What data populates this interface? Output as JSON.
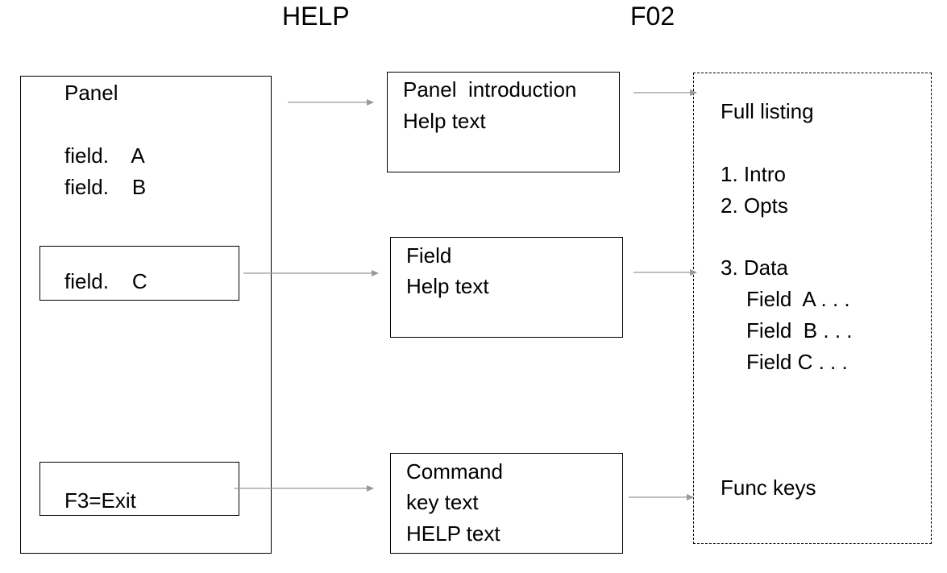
{
  "headings": {
    "left": "HELP",
    "right": "F02"
  },
  "panel": {
    "title": "Panel",
    "field_a": "field.    A",
    "field_b": "field.    B",
    "field_c": "field.    C",
    "exit_key": "F3=Exit"
  },
  "panel_help": {
    "line1": "Panel  introduction",
    "line2": "Help text"
  },
  "field_help": {
    "line1": "Field",
    "line2": "Help text"
  },
  "command_help": {
    "line1": "Command",
    "line2": "key text",
    "line3": "HELP text"
  },
  "full_listing": {
    "title": "Full listing",
    "items": [
      "1. Intro",
      "2. Opts",
      "3. Data",
      "Field  A . . .",
      "Field  B . . .",
      "Field C . . .",
      "Func keys"
    ]
  },
  "colors": {
    "arrow": "#999999",
    "border": "#000000",
    "text": "#000000"
  }
}
